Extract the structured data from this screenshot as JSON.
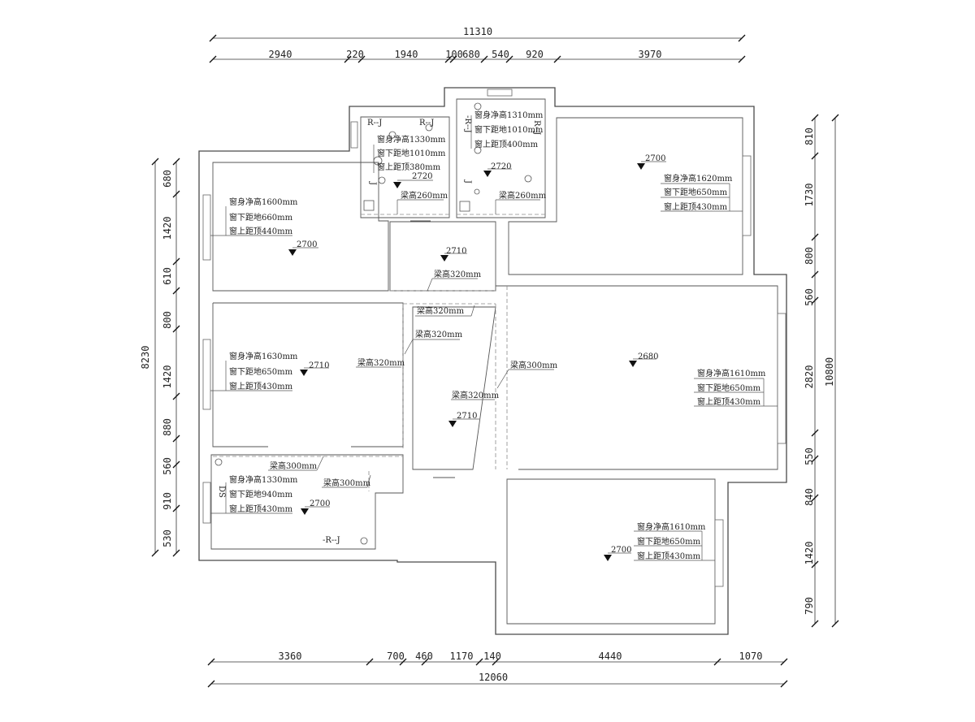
{
  "dimensions": {
    "top_total": "11310",
    "top_segments": [
      "2940",
      "220",
      "1940",
      "100",
      "680",
      "540",
      "920",
      "3970"
    ],
    "bottom_total": "12060",
    "bottom_segments": [
      "3360",
      "700",
      "460",
      "1170",
      "140",
      "4440",
      "1070"
    ],
    "left_total": "8230",
    "left_segments": [
      "680",
      "1420",
      "610",
      "800",
      "1420",
      "880",
      "560",
      "910",
      "530"
    ],
    "right_total": "10800",
    "right_segments": [
      "810",
      "1730",
      "800",
      "560",
      "2820",
      "550",
      "840",
      "1420",
      "790"
    ]
  },
  "ceiling_heights": [
    "2720",
    "2720",
    "2700",
    "2700",
    "2710",
    "2710",
    "2680",
    "2710",
    "2700",
    "2700"
  ],
  "window_notes": [
    {
      "h": "窗身净高1330mm",
      "b": "窗下距地1010mm",
      "t": "窗上距顶380mm"
    },
    {
      "h": "窗身净高1310mm",
      "b": "窗下距地1010mm",
      "t": "窗上距顶400mm"
    },
    {
      "h": "窗身净高1620mm",
      "b": "窗下距地650mm",
      "t": "窗上距顶430mm"
    },
    {
      "h": "窗身净高1600mm",
      "b": "窗下距地660mm",
      "t": "窗上距顶440mm"
    },
    {
      "h": "窗身净高1630mm",
      "b": "窗下距地650mm",
      "t": "窗上距顶430mm"
    },
    {
      "h": "窗身净高1610mm",
      "b": "窗下距地650mm",
      "t": "窗上距顶430mm"
    },
    {
      "h": "窗身净高1330mm",
      "b": "窗下距地940mm",
      "t": "窗上距顶430mm"
    },
    {
      "h": "窗身净高1610mm",
      "b": "窗下距地650mm",
      "t": "窗上距顶430mm"
    }
  ],
  "beam_labels": [
    "梁高260mm",
    "梁高260mm",
    "梁高320mm",
    "梁高320mm",
    "梁高320mm",
    "梁高320mm",
    "梁高300mm",
    "梁高320mm",
    "梁高300mm",
    "梁高300mm"
  ],
  "symbols": {
    "rj": "R--J",
    "rj_bracket_left": "-R--J",
    "rj_bottom": "-R--J",
    "jb": "J",
    "ds": "DS"
  }
}
